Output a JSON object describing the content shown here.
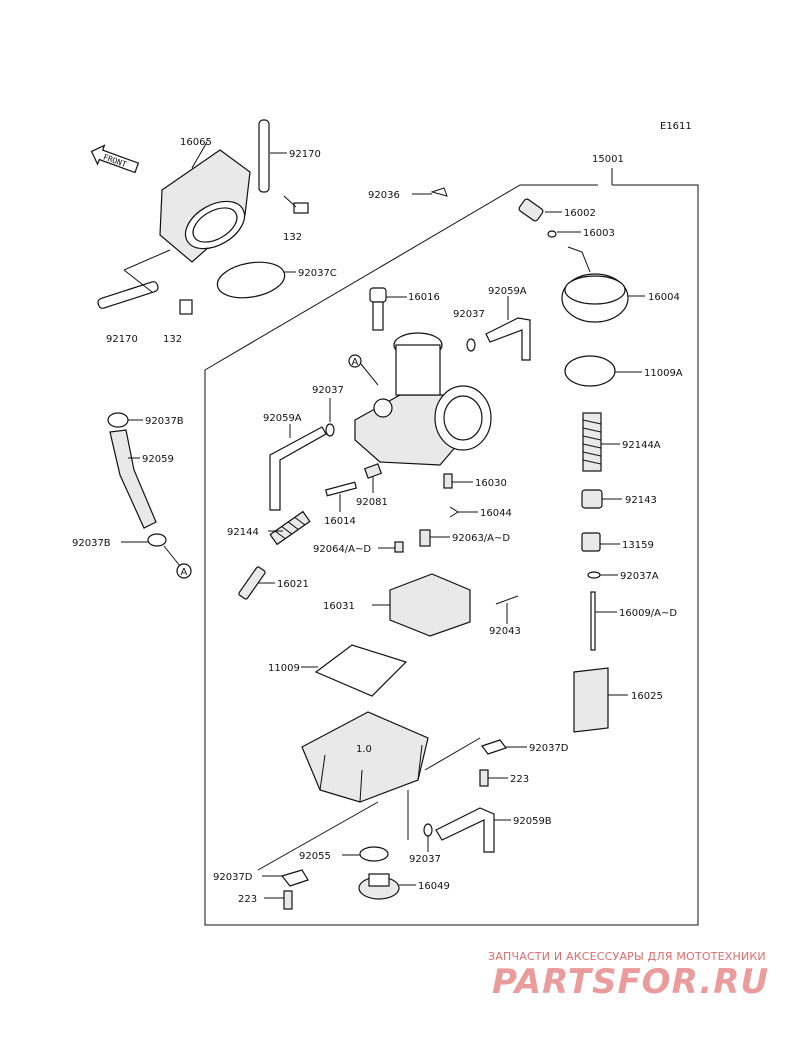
{
  "diagram": {
    "code": "E1611",
    "front": "FRONT",
    "labels": {
      "l16065": "16065",
      "l92170a": "92170",
      "l132a": "132",
      "l92037C": "92037C",
      "l92170b": "92170",
      "l132b": "132",
      "l92036": "92036",
      "l15001": "15001",
      "l16002": "16002",
      "l16003": "16003",
      "l16004": "16004",
      "l11009A": "11009A",
      "l92144A": "92144A",
      "l92143": "92143",
      "l13159": "13159",
      "l92037A": "92037A",
      "l16009": "16009/A~D",
      "l16025": "16025",
      "l16016": "16016",
      "l92059A_top": "92059A",
      "l92037_top": "92037",
      "l92037_mid": "92037",
      "l92059A_left": "92059A",
      "l92081": "92081",
      "l16030": "16030",
      "l16044": "16044",
      "l16014": "16014",
      "l92144": "92144",
      "l92064": "92064/A~D",
      "l92063": "92063/A~D",
      "l16021": "16021",
      "l16031": "16031",
      "l92043": "92043",
      "l11009": "11009",
      "l92037D_r": "92037D",
      "l223_r": "223",
      "l92059B": "92059B",
      "l92055": "92055",
      "l92037_bot": "92037",
      "l16049": "16049",
      "l92037D_l": "92037D",
      "l223_l": "223",
      "l92037B_top": "92037B",
      "l92059": "92059",
      "l92037B_bot": "92037B",
      "calloutA1": "A",
      "calloutA2": "A",
      "bowl_mark": "1.0"
    }
  },
  "watermark": {
    "line1": "ЗАПЧАСТИ И АКСЕССУАРЫ ДЛЯ МОТОТЕХНИКИ",
    "line2": "PARTSFOR.RU",
    "color": "#e36a6a"
  }
}
